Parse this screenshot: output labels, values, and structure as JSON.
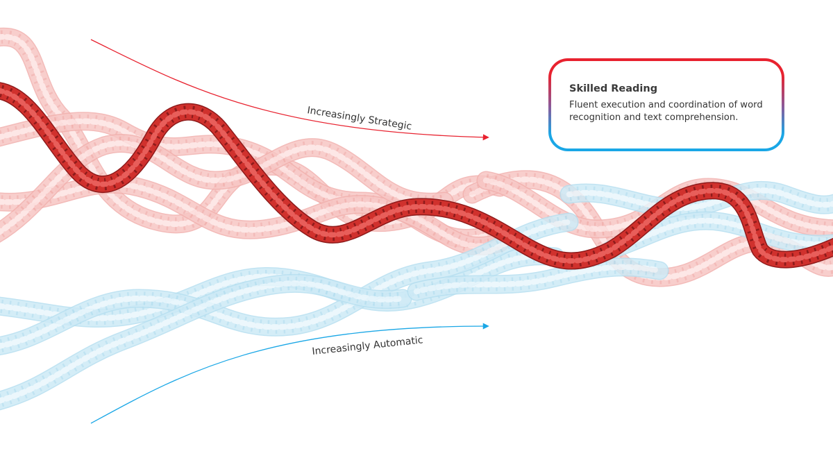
{
  "diagram": {
    "colors": {
      "strategic": "#e8222f",
      "automatic": "#1aa7e6",
      "rope_red": "#d0312d",
      "rope_red_dark": "#8e1b1b",
      "rope_faded_red": "#f7c6c4",
      "rope_faded_blue": "#cdeaf6"
    },
    "arrows": {
      "strategic": {
        "label": "Increasingly Strategic",
        "icon": "arrow-right-icon"
      },
      "automatic": {
        "label": "Increasingly Automatic",
        "icon": "arrow-right-icon"
      }
    },
    "callout": {
      "title": "Skilled Reading",
      "description": "Fluent execution and coordination of word recognition and text comprehension."
    }
  }
}
